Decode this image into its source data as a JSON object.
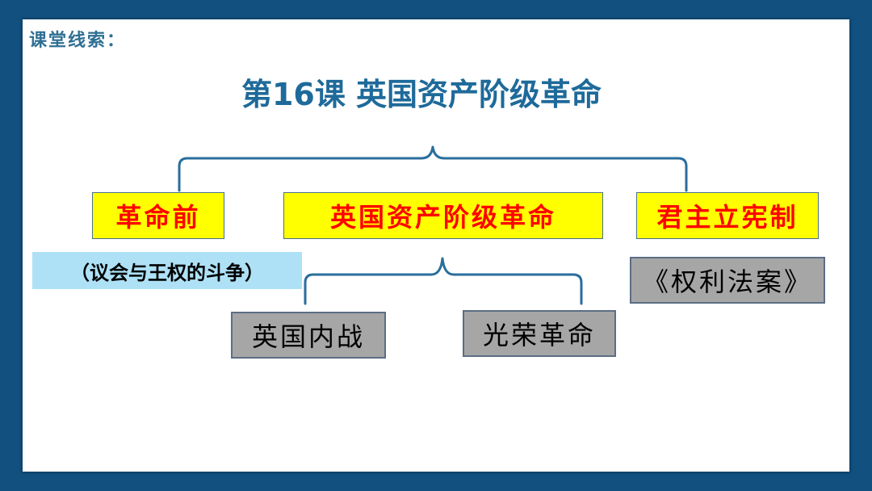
{
  "clue_label": "课堂线索：",
  "title": "第16课  英国资产阶级革命",
  "branches": {
    "before": "革命前",
    "revolution": "英国资产阶级革命",
    "constitutional": "君主立宪制"
  },
  "notes": {
    "parliament_struggle": "（议会与王权的斗争）",
    "bill_of_rights": "《权利法案》"
  },
  "events": {
    "civil_war": "英国内战",
    "glorious_revolution": "光荣革命"
  },
  "colors": {
    "frame": "#11507f",
    "line": "#2a6e9c",
    "highlight_box": "#ffff00",
    "highlight_text": "#ff0000",
    "gray_box": "#a6a6a6",
    "note_box": "#aee1f6"
  }
}
